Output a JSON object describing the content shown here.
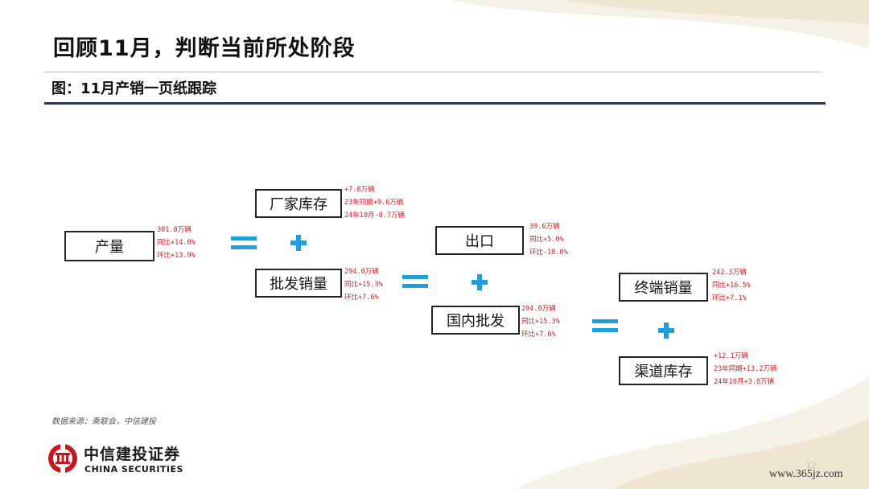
{
  "page": {
    "title": "回顾11月，判断当前所处阶段",
    "subtitle": "图：11月产销一页纸跟踪",
    "source": "数据来源：乘联会，中信建投",
    "page_number": "12",
    "watermark": "www.365jz.com"
  },
  "logo": {
    "cn": "中信建投证券",
    "en": "CHINA SECURITIES"
  },
  "diagram": {
    "production": {
      "label": "产量",
      "notes": [
        "301.8万辆",
        "同比+14.0%",
        "环比+13.9%"
      ]
    },
    "factory_inventory": {
      "label": "厂家库存",
      "notes": [
        "+7.8万辆",
        "23年同期+9.6万辆",
        "24年10月-8.7万辆"
      ]
    },
    "wholesale": {
      "label": "批发销量",
      "notes": [
        "294.0万辆",
        "同比+15.3%",
        "环比+7.6%"
      ]
    },
    "export": {
      "label": "出口",
      "notes": [
        "39.6万辆",
        "同比+5.0%",
        "环比-10.0%"
      ]
    },
    "domestic_wholesale": {
      "label": "国内批发",
      "notes": [
        "294.0万辆",
        "同比+15.3%",
        "环比+7.6%"
      ]
    },
    "retail": {
      "label": "终端销量",
      "notes": [
        "242.3万辆",
        "同比+16.5%",
        "环比+7.1%"
      ]
    },
    "channel_inventory": {
      "label": "渠道库存",
      "notes": [
        "+12.1万辆",
        "23年同期+13.2万辆",
        "24年10月+3.0万辆"
      ]
    }
  },
  "colors": {
    "operator": "#1ea0e0",
    "note_text": "#d32020",
    "rule": "#1f3864"
  }
}
